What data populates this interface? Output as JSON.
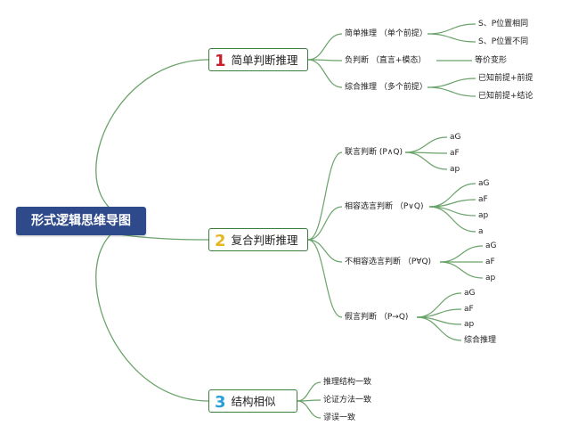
{
  "root": {
    "label": "形式逻辑思维导图",
    "color": "#2f4a8a"
  },
  "branches": [
    {
      "number": "1",
      "number_color": "#c8202a",
      "label": "简单判断推理",
      "children": [
        {
          "label": "简单推理 （单个前提）",
          "children": [
            "S、P位置相同",
            "S、P位置不同"
          ]
        },
        {
          "label": "负判断 （直言+模态）",
          "children": [
            "等价变形"
          ]
        },
        {
          "label": "综合推理 （多个前提）",
          "children": [
            "已知前提+前提",
            "已知前提+结论"
          ]
        }
      ]
    },
    {
      "number": "2",
      "number_color": "#e3b722",
      "label": "复合判断推理",
      "children": [
        {
          "label": "联言判断 (P∧Q)",
          "children": [
            "aG",
            "aF",
            "ap"
          ]
        },
        {
          "label": "相容选言判断 （P∨Q)",
          "children": [
            "aG",
            "aF",
            "ap",
            "a"
          ]
        },
        {
          "label": "不相容选言判断 （P∀Q)",
          "children": [
            "aG",
            "aF",
            "ap"
          ]
        },
        {
          "label": "假言判断 （P→Q)",
          "children": [
            "aG",
            "aF",
            "ap",
            "综合推理"
          ]
        }
      ]
    },
    {
      "number": "3",
      "number_color": "#2a9fd6",
      "label": "结构相似",
      "children": [
        {
          "label": "推理结构一致",
          "children": []
        },
        {
          "label": "论证方法一致",
          "children": []
        },
        {
          "label": "谬误一致",
          "children": []
        }
      ]
    }
  ],
  "colors": {
    "line": "#6aa36a",
    "box_border": "#3b7d3b"
  }
}
